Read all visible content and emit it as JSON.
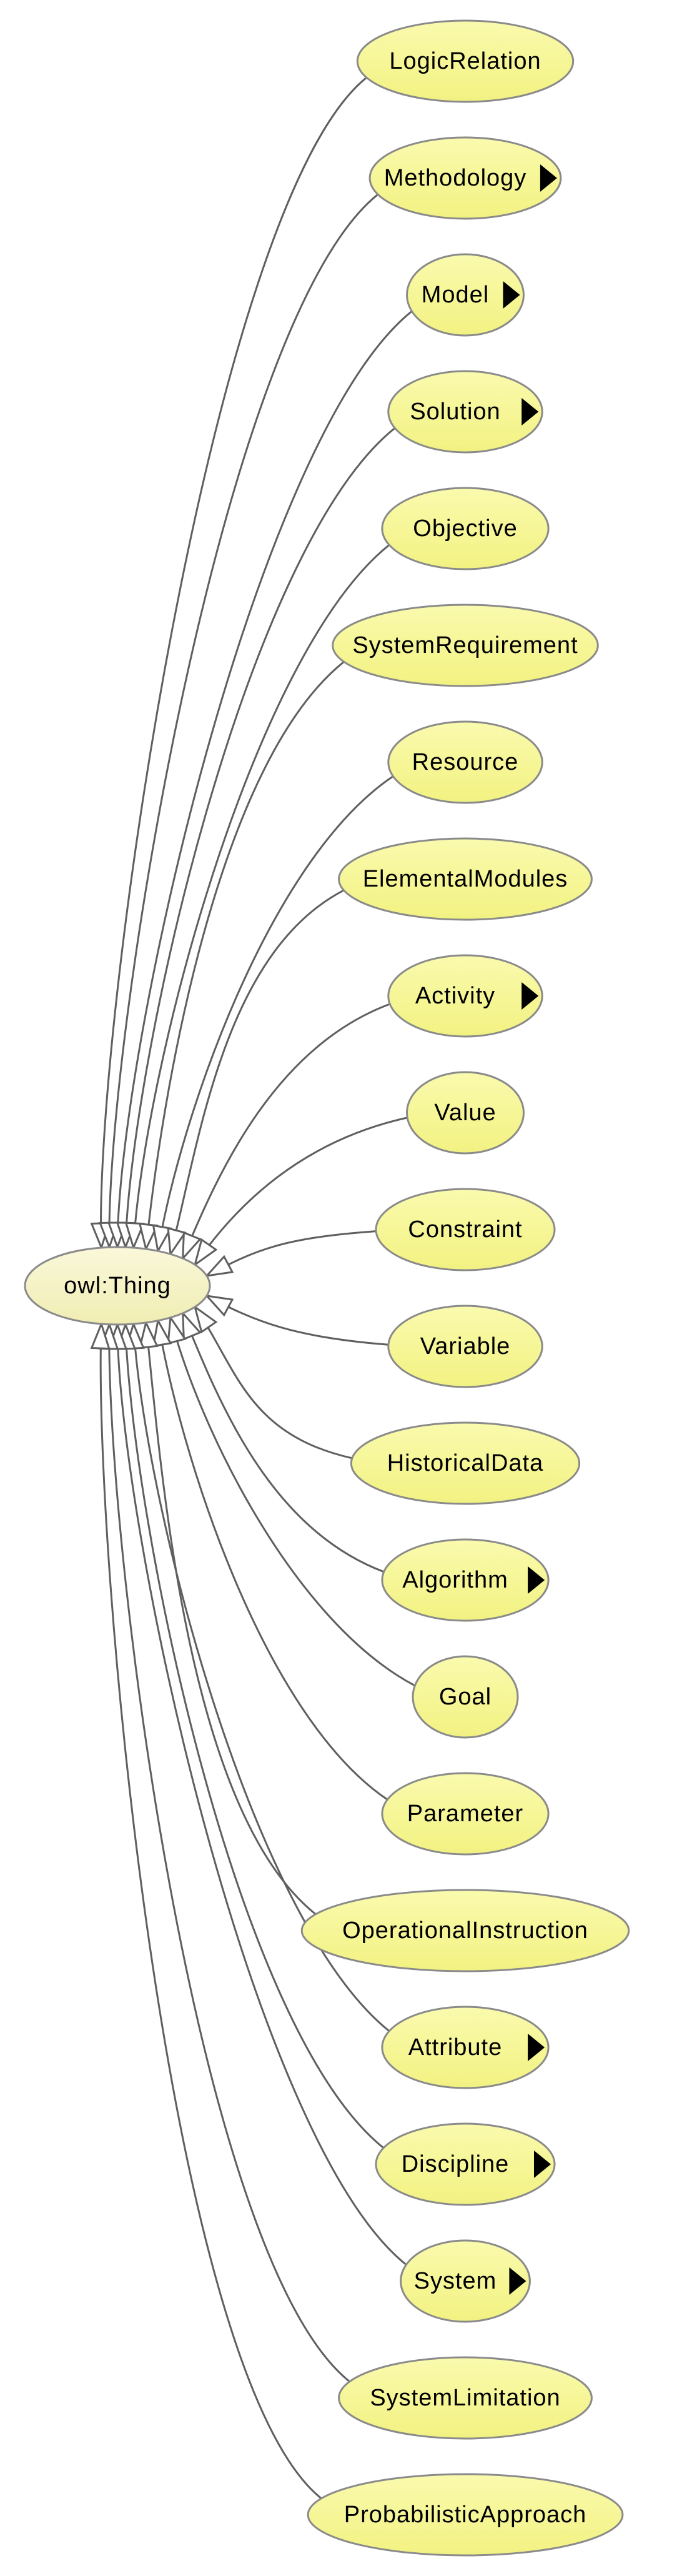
{
  "diagram": {
    "type": "ontology-class-hierarchy",
    "root": {
      "label": "owl:Thing"
    },
    "classes": [
      {
        "label": "LogicRelation",
        "expandable": false
      },
      {
        "label": "Methodology",
        "expandable": true
      },
      {
        "label": "Model",
        "expandable": true
      },
      {
        "label": "Solution",
        "expandable": true
      },
      {
        "label": "Objective",
        "expandable": false
      },
      {
        "label": "SystemRequirement",
        "expandable": false
      },
      {
        "label": "Resource",
        "expandable": false
      },
      {
        "label": "ElementalModules",
        "expandable": false
      },
      {
        "label": "Activity",
        "expandable": true
      },
      {
        "label": "Value",
        "expandable": false
      },
      {
        "label": "Constraint",
        "expandable": false
      },
      {
        "label": "Variable",
        "expandable": false
      },
      {
        "label": "HistoricalData",
        "expandable": false
      },
      {
        "label": "Algorithm",
        "expandable": true
      },
      {
        "label": "Goal",
        "expandable": false
      },
      {
        "label": "Parameter",
        "expandable": false
      },
      {
        "label": "OperationalInstruction",
        "expandable": false
      },
      {
        "label": "Attribute",
        "expandable": true
      },
      {
        "label": "Discipline",
        "expandable": true
      },
      {
        "label": "System",
        "expandable": true
      },
      {
        "label": "SystemLimitation",
        "expandable": false
      },
      {
        "label": "ProbabilisticApproach",
        "expandable": false
      }
    ],
    "edges": [
      {
        "from": "LogicRelation",
        "to": "owl:Thing"
      },
      {
        "from": "Methodology",
        "to": "owl:Thing"
      },
      {
        "from": "Model",
        "to": "owl:Thing"
      },
      {
        "from": "Solution",
        "to": "owl:Thing"
      },
      {
        "from": "Objective",
        "to": "owl:Thing"
      },
      {
        "from": "SystemRequirement",
        "to": "owl:Thing"
      },
      {
        "from": "Resource",
        "to": "owl:Thing"
      },
      {
        "from": "ElementalModules",
        "to": "owl:Thing"
      },
      {
        "from": "Activity",
        "to": "owl:Thing"
      },
      {
        "from": "Value",
        "to": "owl:Thing"
      },
      {
        "from": "Constraint",
        "to": "owl:Thing"
      },
      {
        "from": "Variable",
        "to": "owl:Thing"
      },
      {
        "from": "HistoricalData",
        "to": "owl:Thing"
      },
      {
        "from": "Algorithm",
        "to": "owl:Thing"
      },
      {
        "from": "Goal",
        "to": "owl:Thing"
      },
      {
        "from": "Parameter",
        "to": "owl:Thing"
      },
      {
        "from": "OperationalInstruction",
        "to": "owl:Thing"
      },
      {
        "from": "Attribute",
        "to": "owl:Thing"
      },
      {
        "from": "Discipline",
        "to": "owl:Thing"
      },
      {
        "from": "System",
        "to": "owl:Thing"
      },
      {
        "from": "SystemLimitation",
        "to": "owl:Thing"
      },
      {
        "from": "ProbabilisticApproach",
        "to": "owl:Thing"
      }
    ],
    "edge_style": "hollow-triangle-arrowhead-points-to-root",
    "expand_marker_glyph": "▶",
    "colors": {
      "background": "#FFFFFF",
      "class_fill_top": "#FAFAAE",
      "class_fill_bot": "#F2F282",
      "root_fill_top": "#FAF8DA",
      "root_fill_bot": "#F0EDB2",
      "node_border": "#8A8A8A",
      "edge_line": "#5F5F5F",
      "arrowhead_fill": "#FFFFFF",
      "text": "#000000",
      "expand_marker": "#000000"
    }
  }
}
